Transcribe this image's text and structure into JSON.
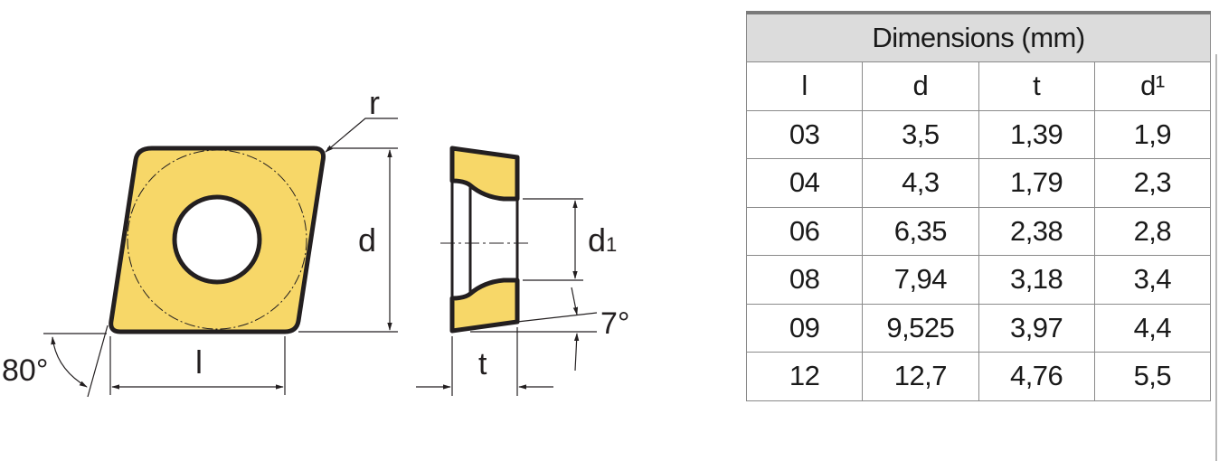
{
  "diagram": {
    "labels": {
      "radius": "r",
      "diameter": "d",
      "hole_diameter_main": "d",
      "hole_diameter_sub": "1",
      "angle_80": "80°",
      "angle_7": "7°",
      "length": "l",
      "thickness": "t"
    },
    "colors": {
      "insert_fill": "#f7d768",
      "outline": "#231f20"
    }
  },
  "table": {
    "title": "Dimensions (mm)",
    "headers": [
      "l",
      "d",
      "t",
      "d¹"
    ],
    "rows": [
      [
        "03",
        "3,5",
        "1,39",
        "1,9"
      ],
      [
        "04",
        "4,3",
        "1,79",
        "2,3"
      ],
      [
        "06",
        "6,35",
        "2,38",
        "2,8"
      ],
      [
        "08",
        "7,94",
        "3,18",
        "3,4"
      ],
      [
        "09",
        "9,525",
        "3,97",
        "4,4"
      ],
      [
        "12",
        "12,7",
        "4,76",
        "5,5"
      ]
    ],
    "header_bg": "#dcdcdc"
  }
}
